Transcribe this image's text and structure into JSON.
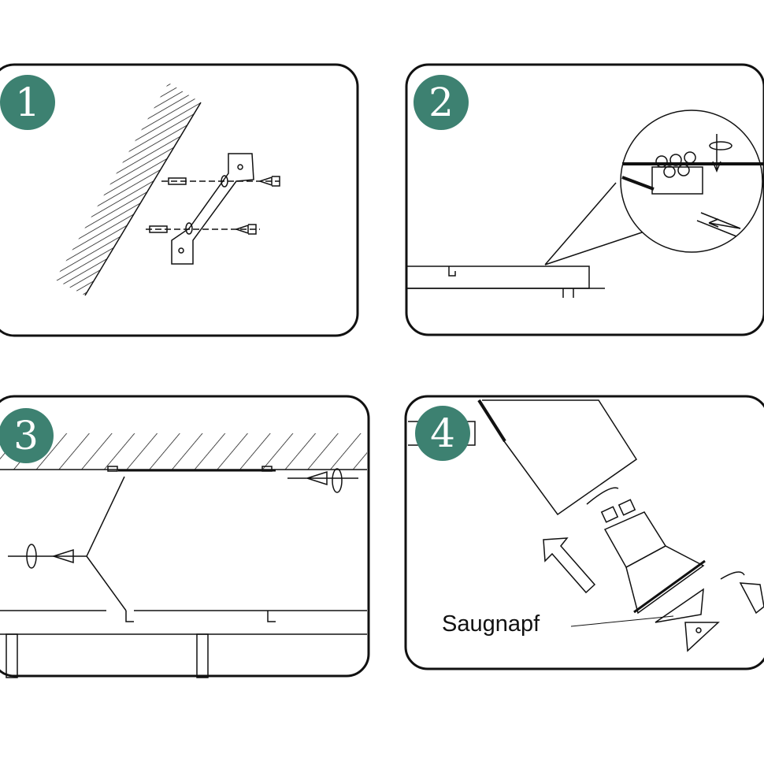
{
  "accent_color": "#3d8171",
  "steps": [
    {
      "number": "1"
    },
    {
      "number": "2"
    },
    {
      "number": "3"
    },
    {
      "number": "4",
      "callout_label": "Saugnapf"
    }
  ]
}
